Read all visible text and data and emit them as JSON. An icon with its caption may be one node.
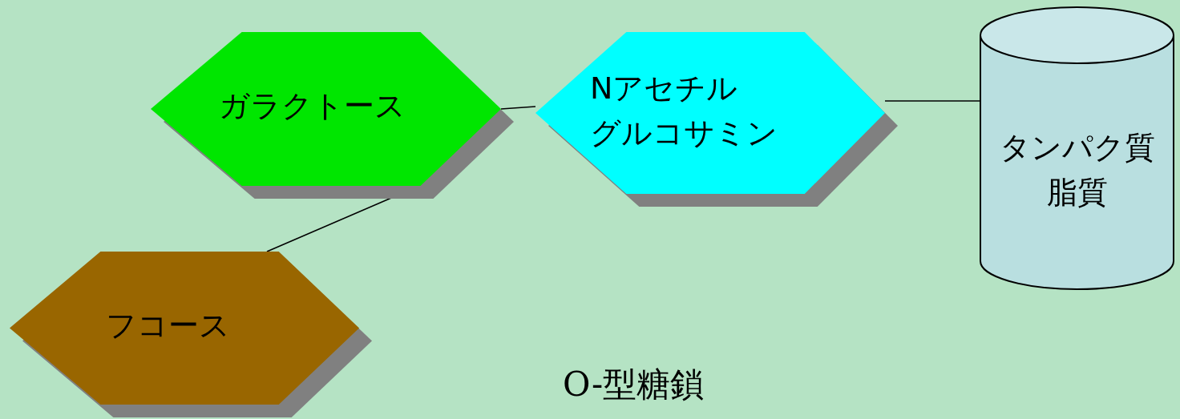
{
  "diagram": {
    "caption": "O-型糖鎖",
    "nodes": [
      {
        "text": [
          "ガラクトース"
        ]
      },
      {
        "text": [
          "Nアセチルグルコサミン"
        ]
      },
      {
        "text": [
          "タンパク質脂質"
        ]
      },
      {
        "text": [
          "フコース"
        ]
      }
    ],
    "edges": [
      {
        "from": 0,
        "to": 1,
        "arrow": "none"
      },
      {
        "from": 1,
        "to": 2,
        "arrow": "none"
      },
      {
        "from": 0,
        "to": 3,
        "arrow": "none"
      }
    ]
  }
}
